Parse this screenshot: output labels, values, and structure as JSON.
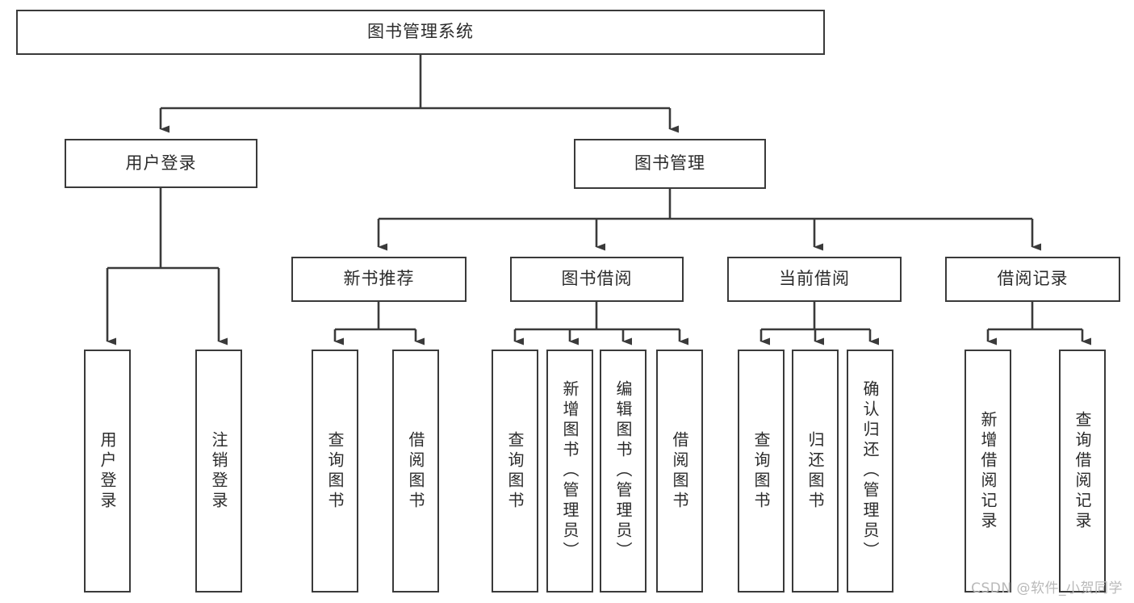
{
  "diagram": {
    "title": "图书管理系统",
    "root": {
      "label": "图书管理系统"
    },
    "level1": [
      {
        "label": "用户登录"
      },
      {
        "label": "图书管理"
      }
    ],
    "level2": [
      {
        "label": "新书推荐"
      },
      {
        "label": "图书借阅"
      },
      {
        "label": "当前借阅"
      },
      {
        "label": "借阅记录"
      }
    ],
    "leaves": [
      {
        "label": "用户登录"
      },
      {
        "label": "注销登录"
      },
      {
        "label": "查询图书"
      },
      {
        "label": "借阅图书"
      },
      {
        "label": "查询图书"
      },
      {
        "label": "新增图书（管理员）"
      },
      {
        "label": "编辑图书（管理员）"
      },
      {
        "label": "借阅图书"
      },
      {
        "label": "查询图书"
      },
      {
        "label": "归还图书"
      },
      {
        "label": "确认归还（管理员）"
      },
      {
        "label": "新增借阅记录"
      },
      {
        "label": "查询借阅记录"
      }
    ]
  },
  "watermark": {
    "text": "CSDN @软件_小贺同学"
  },
  "colors": {
    "stroke": "#3a3a3a",
    "fill": "#ffffff",
    "text": "#2b2b2b",
    "watermark": "#b9b9b9"
  }
}
